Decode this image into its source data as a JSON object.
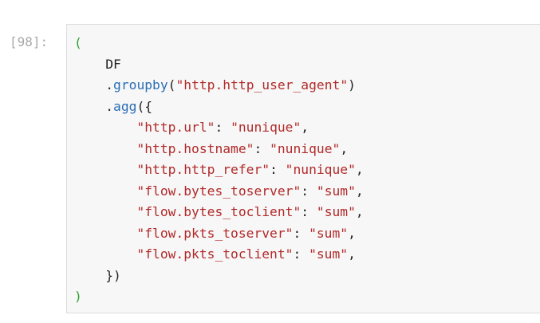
{
  "prompt": "[98]:",
  "code": {
    "open_paren": "(",
    "df": "DF",
    "groupby_dot": ".",
    "groupby_method": "groupby",
    "groupby_open": "(",
    "groupby_arg": "\"http.http_user_agent\"",
    "groupby_close": ")",
    "agg_dot": ".",
    "agg_method": "agg",
    "agg_open": "({",
    "agg_entries": [
      {
        "key": "\"http.url\"",
        "sep": ": ",
        "value": "\"nunique\"",
        "comma": ","
      },
      {
        "key": "\"http.hostname\"",
        "sep": ": ",
        "value": "\"nunique\"",
        "comma": ","
      },
      {
        "key": "\"http.http_refer\"",
        "sep": ": ",
        "value": "\"nunique\"",
        "comma": ","
      },
      {
        "key": "\"flow.bytes_toserver\"",
        "sep": ": ",
        "value": "\"sum\"",
        "comma": ","
      },
      {
        "key": "\"flow.bytes_toclient\"",
        "sep": ": ",
        "value": "\"sum\"",
        "comma": ","
      },
      {
        "key": "\"flow.pkts_toserver\"",
        "sep": ": ",
        "value": "\"sum\"",
        "comma": ","
      },
      {
        "key": "\"flow.pkts_toclient\"",
        "sep": ": ",
        "value": "\"sum\"",
        "comma": ","
      }
    ],
    "agg_close": "})",
    "close_paren": ")"
  },
  "colors": {
    "paren": "#2e9e2e",
    "method": "#2a6fb6",
    "string": "#b22a2a",
    "text": "#222222",
    "prompt": "#a8a8a8",
    "cell_bg": "#f7f7f7"
  }
}
